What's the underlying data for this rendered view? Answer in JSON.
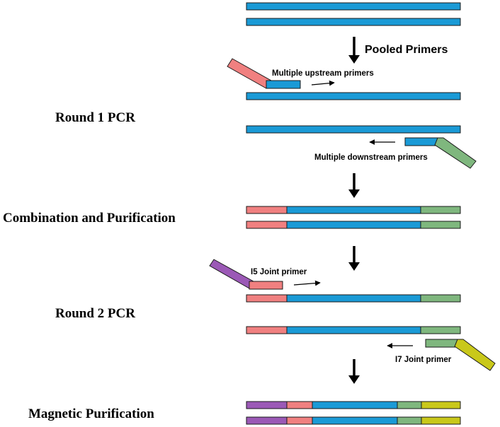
{
  "stages": {
    "round1": "Round 1 PCR",
    "combination": "Combination and Purification",
    "round2": "Round 2 PCR",
    "magnetic": "Magnetic Purification"
  },
  "labels": {
    "pooled_primers": "Pooled Primers",
    "upstream": "Multiple upstream primers",
    "downstream": "Multiple downstream primers",
    "i5": "I5 Joint primer",
    "i7": "I7 Joint primer"
  },
  "colors": {
    "template": "#1a9ad6",
    "adapter_red": "#f08080",
    "adapter_green": "#7fb77e",
    "i5_purple": "#9b59b6",
    "i7_yellow": "#c9c81a",
    "arrow": "#000000"
  }
}
